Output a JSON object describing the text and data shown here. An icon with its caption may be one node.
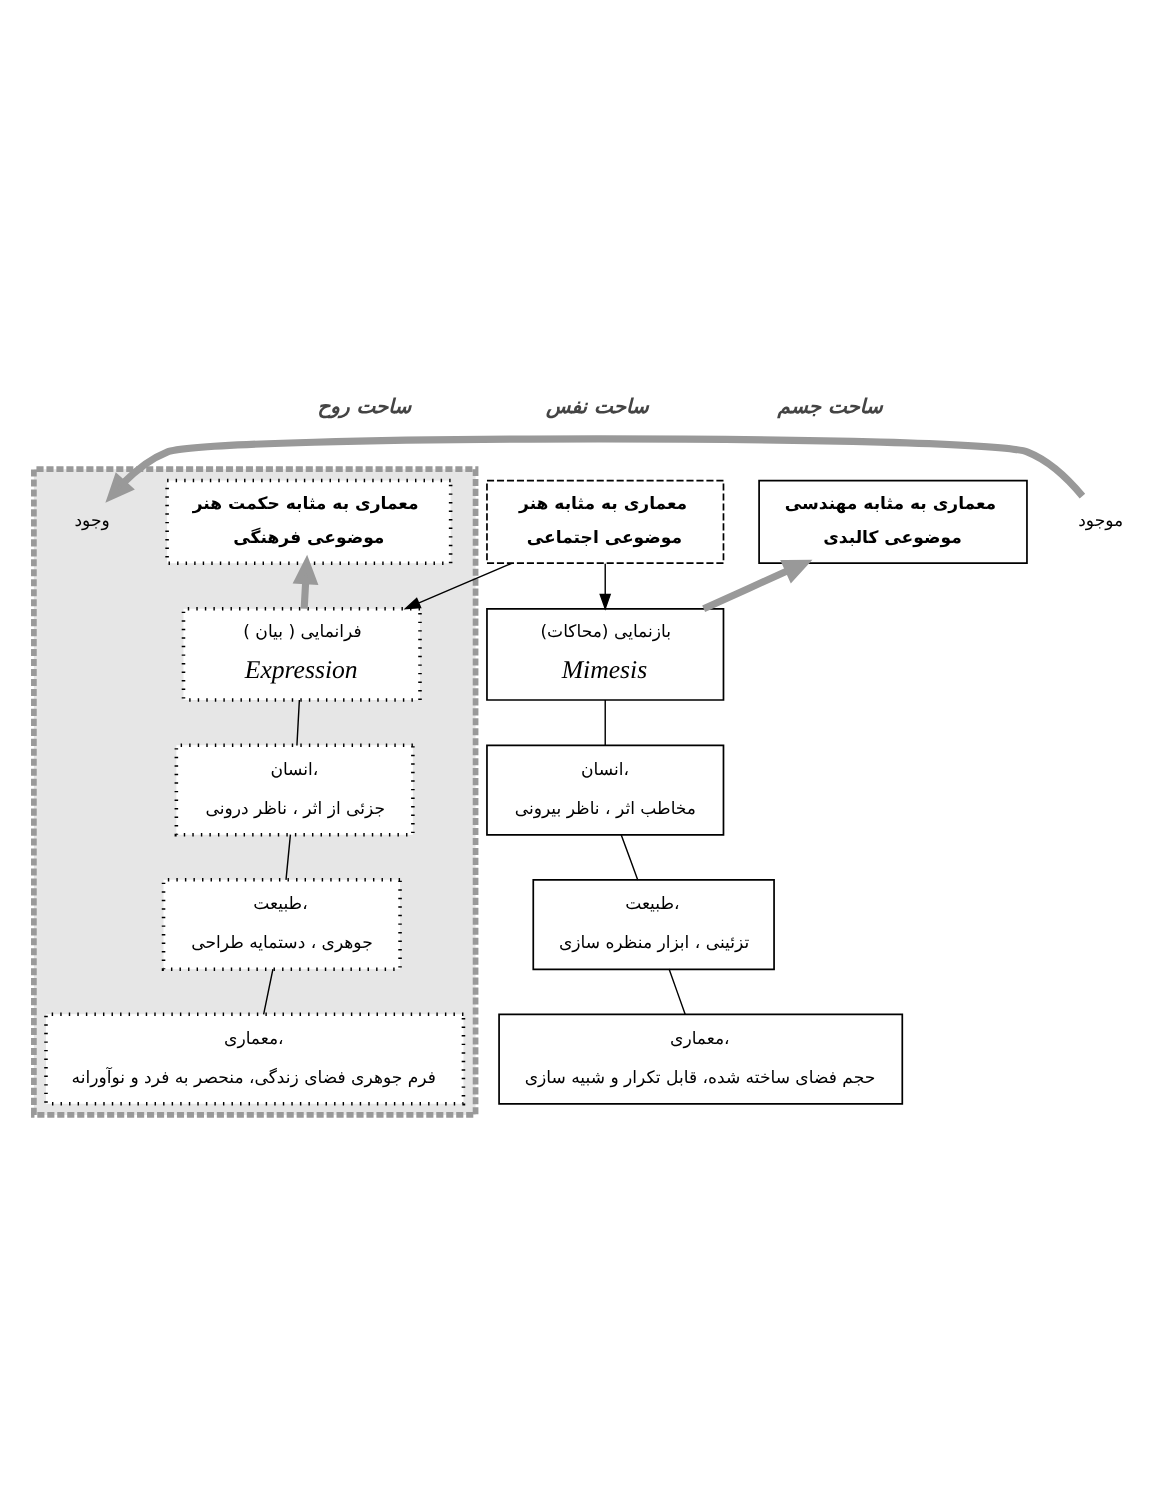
{
  "diagram": {
    "nodes": [
      {
        "text": [],
        "shape": "box"
      },
      {
        "text": [
          "وجود"
        ],
        "in": 0
      },
      {
        "text": [
          "معماری به مثابه حکمت هنر",
          "موضوعی فرهنگی"
        ],
        "in": 0
      },
      {
        "text": [
          "معماری به مثابه هنر",
          "موضوعی اجتماعی"
        ]
      },
      {
        "text": [
          "معماری به مثابه مهندسی",
          "موضوعی کالبدی"
        ]
      },
      {
        "text": [
          "موجود"
        ]
      },
      {
        "text": [
          "فرانمایی ( بیان )",
          "Expression"
        ],
        "in": 0
      },
      {
        "text": [
          "انسان،",
          "جزئی از اثر ، ناظر درونی"
        ],
        "in": 0
      },
      {
        "text": [
          "طبیعت،",
          "جوهری ، دستمایه طراحی"
        ],
        "in": 0
      },
      {
        "text": [
          "معماری،",
          "فرم جوهری فضای زندگی، منحصر به فرد و نوآورانه"
        ],
        "in": 0
      },
      {
        "text": [
          "(محاکات) بازنمایی",
          "Mimesis"
        ]
      },
      {
        "text": [
          "انسان،",
          "مخاطب اثر ، ناظر بیرونی"
        ]
      },
      {
        "text": [
          "طبیعت،",
          "تزئینی ، ابزار منظره سازی"
        ]
      },
      {
        "text": [
          "معماری،",
          "حجم فضای ساخته شده، قابل تکرار و شبیه سازی"
        ]
      }
    ],
    "edges": [
      {
        "from": 5,
        "to": 1,
        "arrow": "to",
        "style": "thick",
        "color": "#999999"
      },
      {
        "from": 3,
        "to": 6,
        "arrow": "to"
      },
      {
        "from": 3,
        "to": 10,
        "arrow": "to"
      },
      {
        "from": 6,
        "to": 7,
        "arrow": "none"
      },
      {
        "from": 7,
        "to": 8,
        "arrow": "none"
      },
      {
        "from": 8,
        "to": 9,
        "arrow": "none"
      },
      {
        "from": 10,
        "to": 11,
        "arrow": "none"
      },
      {
        "from": 11,
        "to": 12,
        "arrow": "none"
      },
      {
        "from": 12,
        "to": 13,
        "arrow": "none"
      },
      {
        "from": 6,
        "to": 2,
        "arrow": "to",
        "style": "thick",
        "color": "#999999"
      },
      {
        "from": 10,
        "to": 4,
        "arrow": "to",
        "style": "thick",
        "color": "#999999"
      }
    ],
    "labels": [
      "ساحت روح",
      "ساحت نفس",
      "ساحت جسم"
    ]
  }
}
